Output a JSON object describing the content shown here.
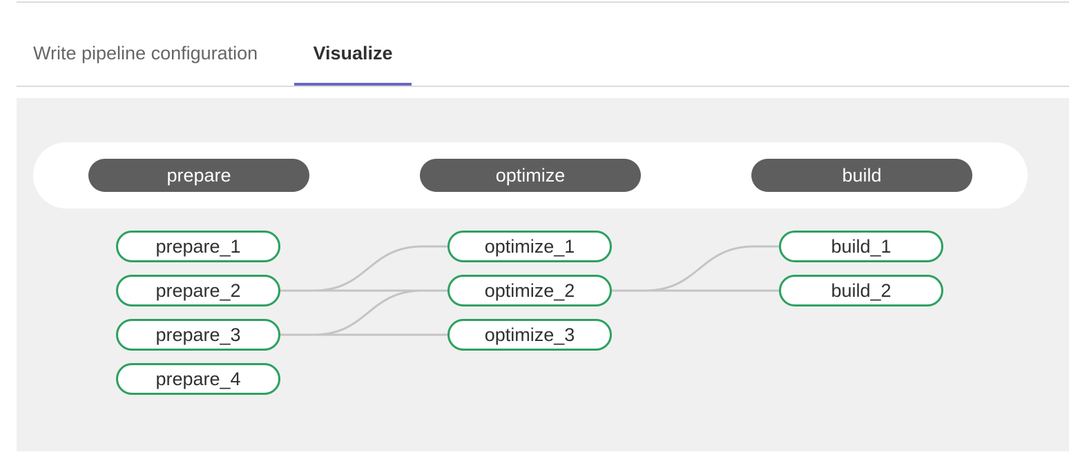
{
  "tabs": {
    "write": "Write pipeline configuration",
    "visualize": "Visualize",
    "active": "visualize"
  },
  "colors": {
    "tab_underline": "#6666c4",
    "job_border": "#2da160",
    "stage_pill": "#5e5e5e",
    "link": "#c4c4c4",
    "canvas": "#f0f0f0"
  },
  "stages": [
    {
      "name": "prepare",
      "jobs": [
        "prepare_1",
        "prepare_2",
        "prepare_3",
        "prepare_4"
      ]
    },
    {
      "name": "optimize",
      "jobs": [
        "optimize_1",
        "optimize_2",
        "optimize_3"
      ]
    },
    {
      "name": "build",
      "jobs": [
        "build_1",
        "build_2"
      ]
    }
  ],
  "links": [
    {
      "from": "prepare_2",
      "to": "optimize_1"
    },
    {
      "from": "prepare_2",
      "to": "optimize_2"
    },
    {
      "from": "prepare_3",
      "to": "optimize_2"
    },
    {
      "from": "prepare_3",
      "to": "optimize_3"
    },
    {
      "from": "optimize_2",
      "to": "build_1"
    },
    {
      "from": "optimize_2",
      "to": "build_2"
    }
  ]
}
